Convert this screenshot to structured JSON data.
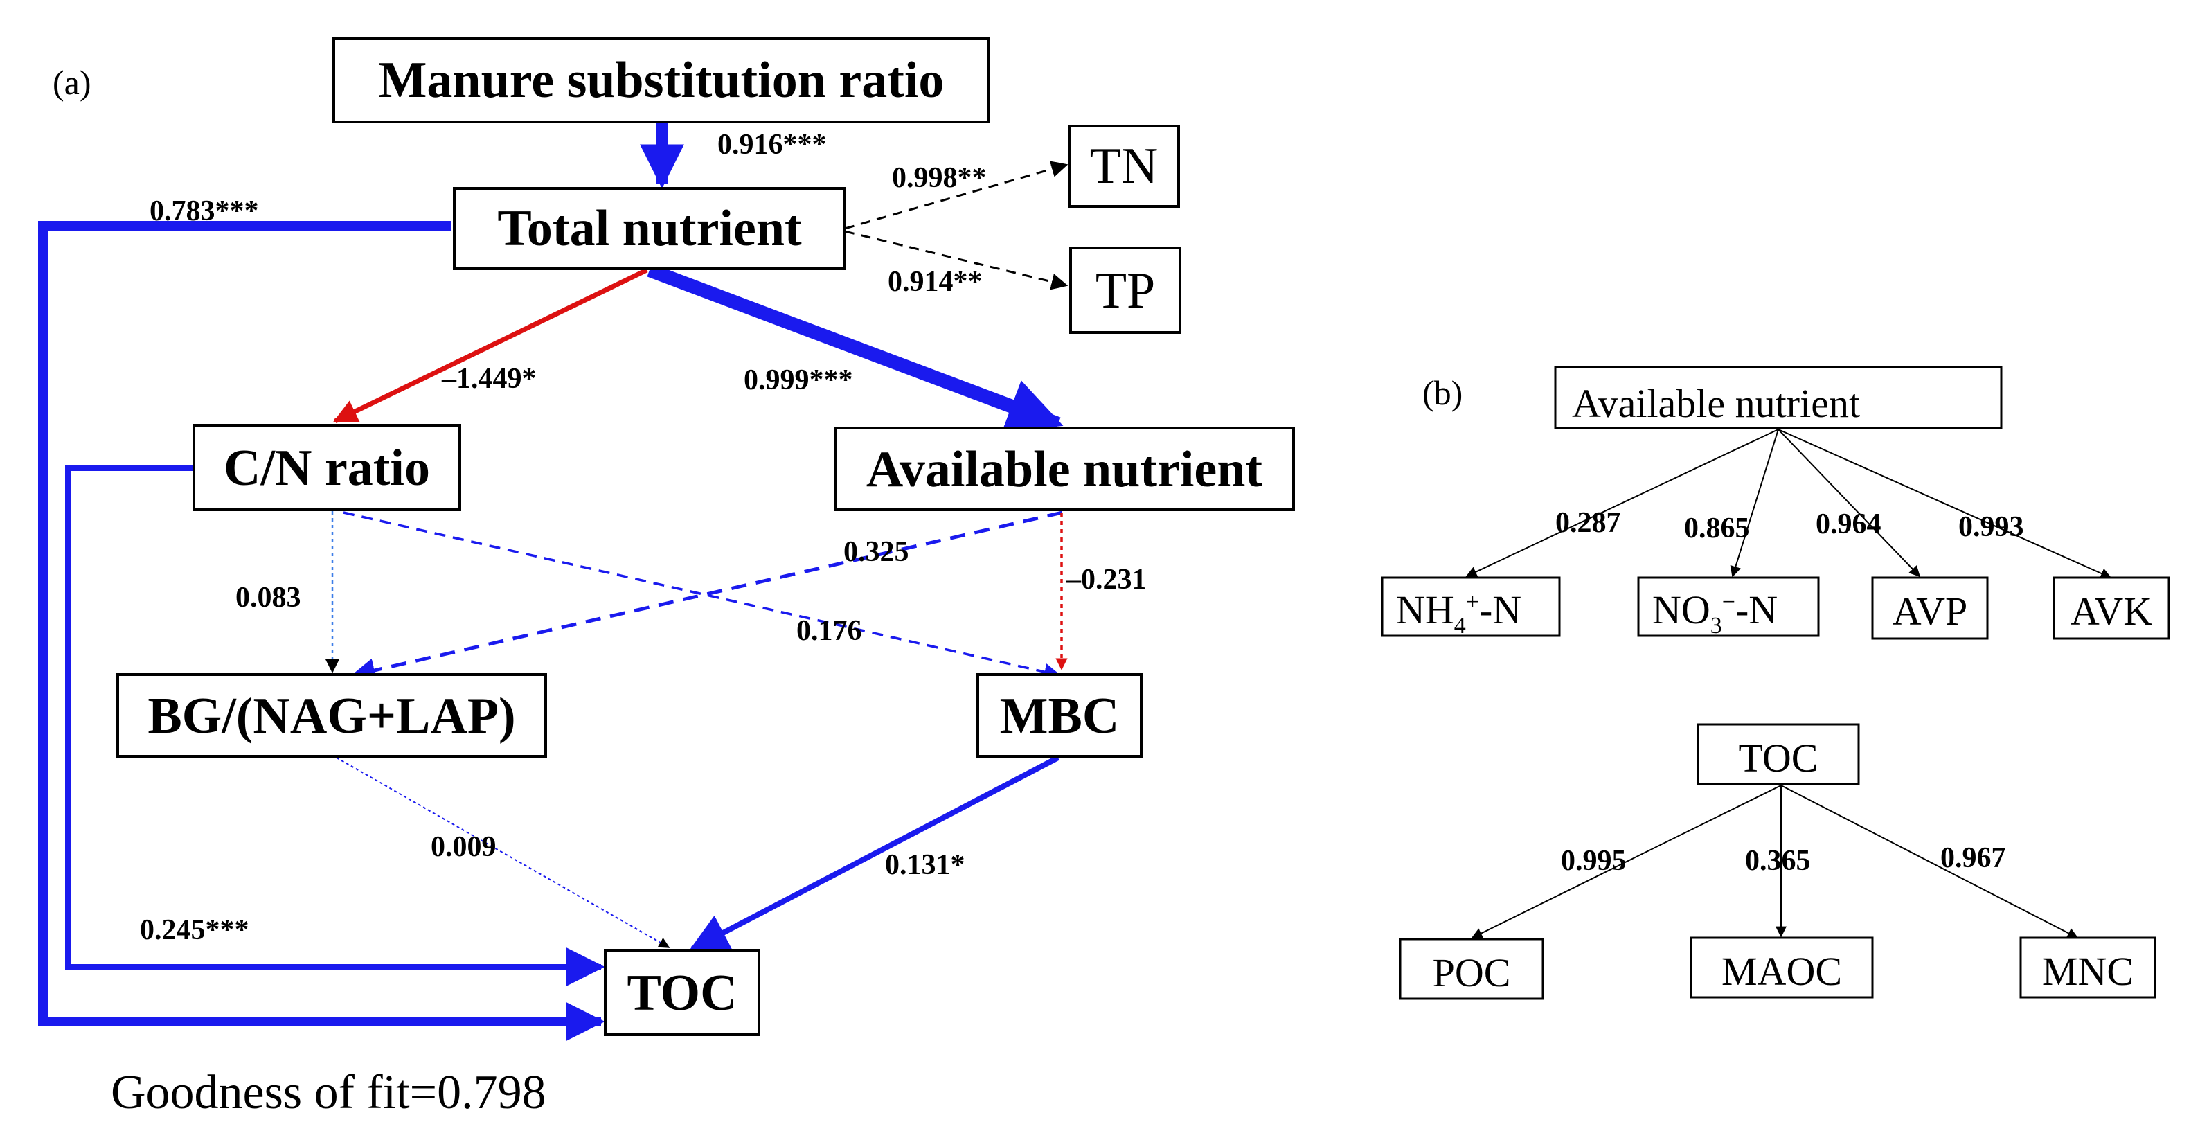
{
  "panel_a": {
    "label": "(a)",
    "nodes": {
      "manure": "Manure substitution ratio",
      "total_nutrient": "Total nutrient",
      "tn": "TN",
      "tp": "TP",
      "cn_ratio": "C/N ratio",
      "available_nutrient": "Available nutrient",
      "bg_ratio": "BG/(NAG+LAP)",
      "mbc": "MBC",
      "toc": "TOC"
    },
    "paths": {
      "manure_total": "0.916***",
      "total_tn": "0.998**",
      "total_tp": "0.914**",
      "total_toc": "0.783***",
      "total_cn": "–1.449*",
      "total_avail": "0.999***",
      "cn_bg": "0.083",
      "avail_bg": "0.325",
      "cn_mbc": "0.176",
      "avail_mbc": "–0.231",
      "cn_toc": "0.245***",
      "bg_toc": "0.009",
      "mbc_toc": "0.131*"
    },
    "goodness_of_fit": "Goodness of fit=0.798",
    "colors": {
      "positive_path": "#1a1aee",
      "negative_path": "#dd1111",
      "indicator": "#000000"
    }
  },
  "panel_b": {
    "label": "(b)",
    "available_nutrient": {
      "title": "Available nutrient",
      "children": [
        {
          "main": "NH",
          "sub": "4",
          "sup": "+",
          "tail": "-N",
          "loading": "0.287"
        },
        {
          "main": "NO",
          "sub": "3",
          "sup": "−",
          "tail": "-N",
          "loading": "0.865"
        },
        {
          "label": "AVP",
          "loading": "0.964"
        },
        {
          "label": "AVK",
          "loading": "0.993"
        }
      ]
    },
    "toc": {
      "title": "TOC",
      "children": [
        {
          "label": "POC",
          "loading": "0.995"
        },
        {
          "label": "MAOC",
          "loading": "0.365"
        },
        {
          "label": "MNC",
          "loading": "0.967"
        }
      ]
    }
  }
}
